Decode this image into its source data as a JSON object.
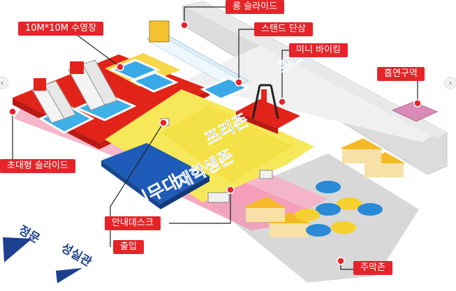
{
  "labels": {
    "long_slide": "롱 슬라이드",
    "pool_10m": "10M*10M 수영장",
    "stand_stage": "스탠드 단상",
    "mini_viking": "미니 바이킹",
    "smoking_area": "흡연구역",
    "giant_slide": "초대형 슬라이드",
    "info_desk": "안내데스크",
    "entrance": "출입",
    "food_court": "주막촌"
  },
  "zones": {
    "free_zone_top": "프리존",
    "free_zone_mid": "프리존",
    "student_zone": "재학생존",
    "main_stage": "메인무대"
  },
  "gates": {
    "main_gate": "정문",
    "seongsilgwan": "성실관"
  },
  "colors": {
    "label_red": "#e5242a",
    "zone_yellow": "#f7e85a",
    "stage_blue": "#1f5bb8",
    "pink_zone": "#f6a9c0",
    "smoking_pink": "#d98bb5",
    "road_gray": "#d9d9d9",
    "gate_navy": "#1c3f8f"
  },
  "icons": {
    "nav_prev": "chevron-left-icon",
    "nav_next": "chevron-right-icon"
  }
}
